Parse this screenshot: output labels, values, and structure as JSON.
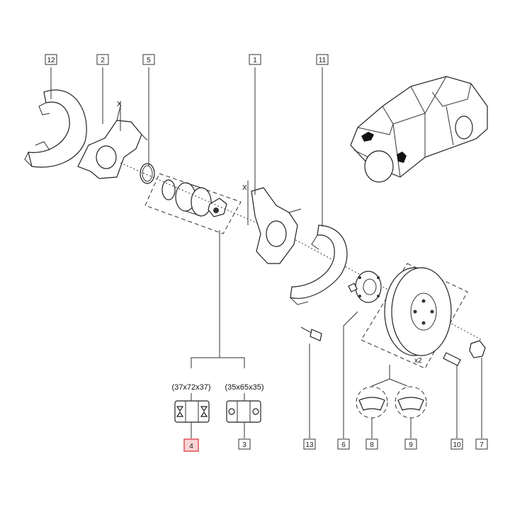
{
  "callouts": {
    "c12": "12",
    "c2": "2",
    "c5": "5",
    "c1": "1",
    "c11": "11",
    "c4": "4",
    "c3": "3",
    "c13": "13",
    "c6": "6",
    "c8": "8",
    "c9": "9",
    "c10": "10",
    "c7": "7"
  },
  "dimensions": {
    "bearing_a": "(37x72x37)",
    "bearing_b": "(35x65x35)"
  },
  "axis_marks": {
    "x_top": "X",
    "x_mid": "X"
  },
  "quantity": "x2",
  "colors": {
    "highlight": "#e0545a",
    "highlight_fill": "#f9d3d5"
  }
}
